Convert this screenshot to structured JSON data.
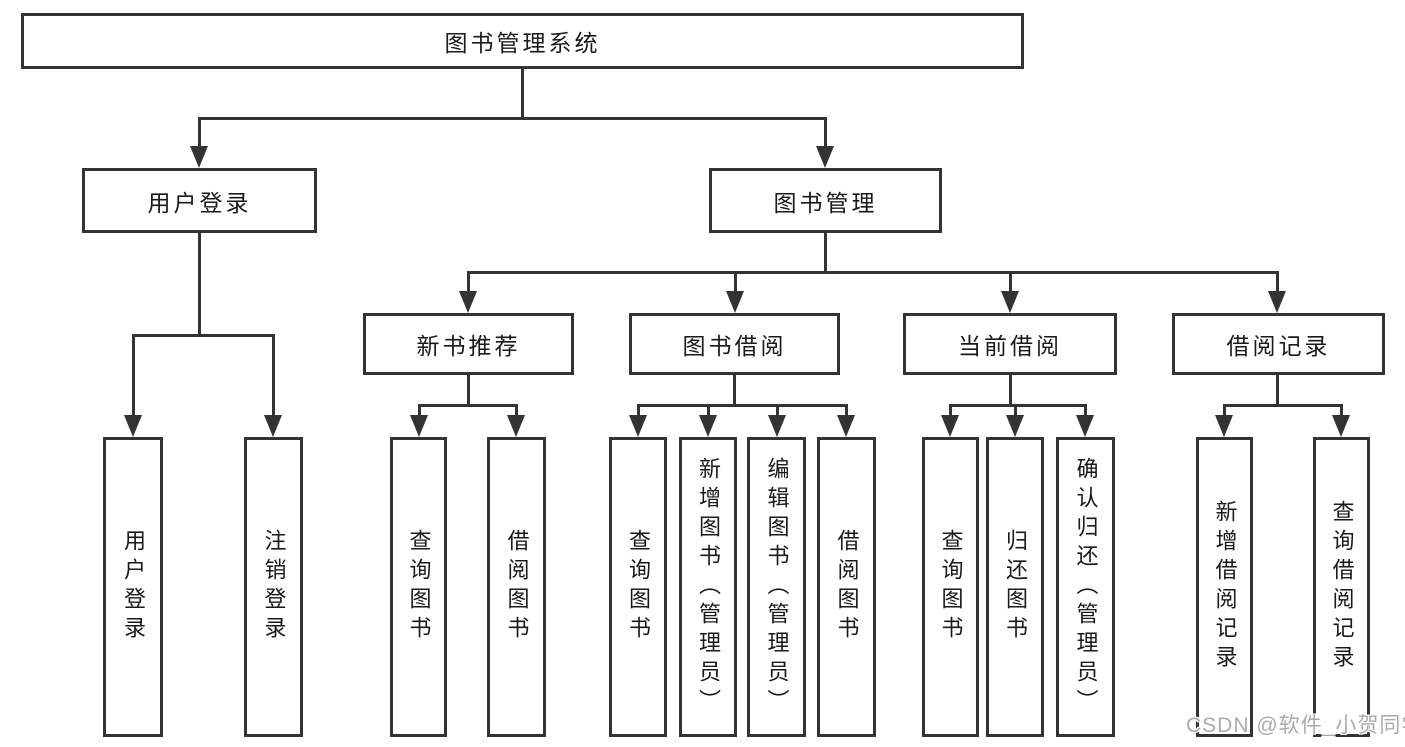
{
  "colors": {
    "line": "#333333",
    "text": "#1a1a1a",
    "background": "#ffffff",
    "watermark": "#ababab"
  },
  "root": {
    "label": "图书管理系统"
  },
  "level2": [
    {
      "label": "用户登录"
    },
    {
      "label": "图书管理"
    }
  ],
  "level3": [
    {
      "label": "新书推荐"
    },
    {
      "label": "图书借阅"
    },
    {
      "label": "当前借阅"
    },
    {
      "label": "借阅记录"
    }
  ],
  "leaves": [
    {
      "label": "用户登录"
    },
    {
      "label": "注销登录"
    },
    {
      "label": "查询图书"
    },
    {
      "label": "借阅图书"
    },
    {
      "label": "查询图书"
    },
    {
      "label": "新增图书（管理员）"
    },
    {
      "label": "编辑图书（管理员）"
    },
    {
      "label": "借阅图书"
    },
    {
      "label": "查询图书"
    },
    {
      "label": "归还图书"
    },
    {
      "label": "确认归还（管理员）"
    },
    {
      "label": "新增借阅记录"
    },
    {
      "label": "查询借阅记录"
    }
  ],
  "watermark": {
    "text": "CSDN @软件_小贺同学"
  }
}
